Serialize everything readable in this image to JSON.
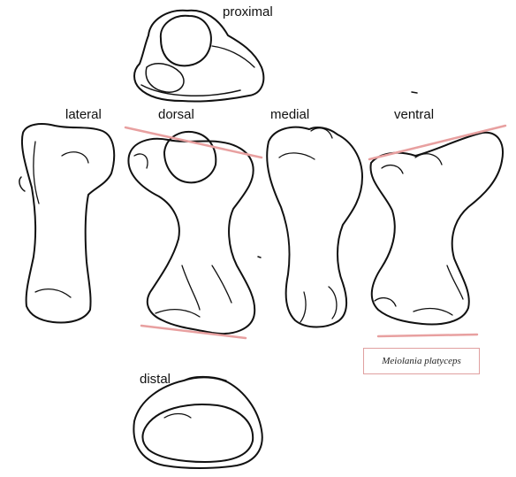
{
  "labels": {
    "proximal": "proximal",
    "lateral": "lateral",
    "dorsal": "dorsal",
    "medial": "medial",
    "ventral": "ventral",
    "distal": "distal"
  },
  "species": "Meiolania platyceps",
  "colors": {
    "outline": "#111111",
    "reference_lines": "#e8a0a0",
    "species_box_border": "#e0a0a0"
  }
}
